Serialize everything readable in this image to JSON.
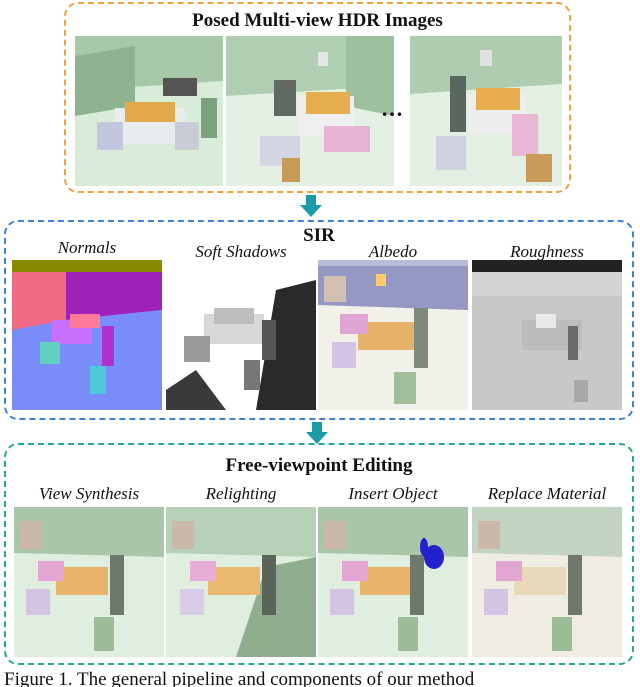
{
  "stages": {
    "input": {
      "title": "Posed Multi-view HDR Images",
      "ellipsis": "…"
    },
    "sir": {
      "title": "SIR",
      "labels": [
        "Normals",
        "Soft Shadows",
        "Albedo",
        "Roughness"
      ]
    },
    "editing": {
      "title": "Free-viewpoint Editing",
      "labels": [
        "View Synthesis",
        "Relighting",
        "Insert Object",
        "Replace Material"
      ]
    }
  },
  "caption": "Figure 1.  The general pipeline and components of our method",
  "colors": {
    "input_border": "#f0a33a",
    "sir_border": "#3b82d6",
    "editing_border": "#25a89a",
    "arrow": "#1b9aa8"
  },
  "icons": [
    "arrow-down-icon",
    "arrow-down-icon"
  ]
}
